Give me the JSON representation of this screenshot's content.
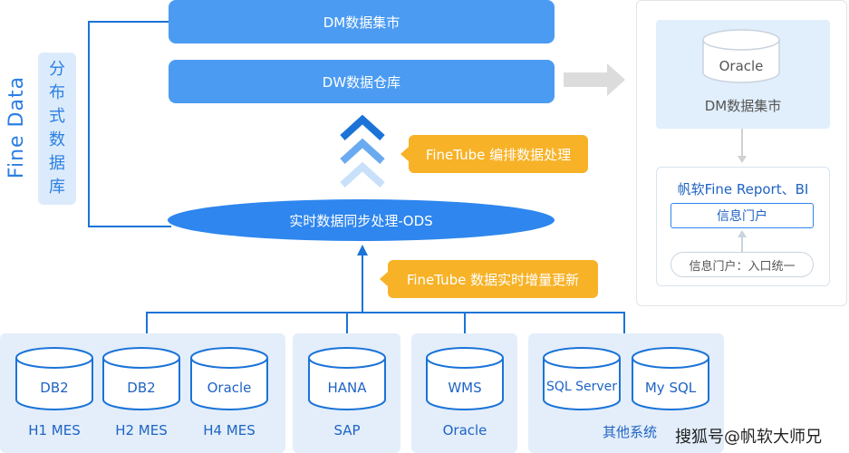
{
  "side": {
    "title": "Fine Data",
    "box_label": "分布式数据库"
  },
  "layers": {
    "dm": "DM数据集市",
    "dw": "DW数据仓库",
    "ods": "实时数据同步处理-ODS"
  },
  "tags": {
    "process": "FineTube 编排数据处理",
    "realtime": "FineTube 数据实时增量更新"
  },
  "sources": {
    "groups": [
      {
        "label": "H1 MES",
        "db": "DB2"
      },
      {
        "label": "H2 MES",
        "db": "DB2"
      },
      {
        "label": "H4 MES",
        "db": "Oracle"
      },
      {
        "label": "SAP",
        "db": "HANA"
      },
      {
        "label": "Oracle",
        "db": "WMS"
      },
      {
        "label": "其他系统",
        "dbs": [
          "SQL Server",
          "My SQL"
        ]
      }
    ]
  },
  "right": {
    "db": "Oracle",
    "dm": "DM数据集市",
    "report_title": "帆软Fine Report、BI",
    "portal": "信息门户",
    "entry": "信息门户：入口统一"
  },
  "watermark": "搜狐号@帆软大师兄",
  "colors": {
    "bar_blue": "#4b9bf2",
    "ellipse_blue": "#2e86ee",
    "tag_orange": "#f7b227",
    "panel_bg": "#e3eefa",
    "line_blue": "#1b73d8"
  }
}
